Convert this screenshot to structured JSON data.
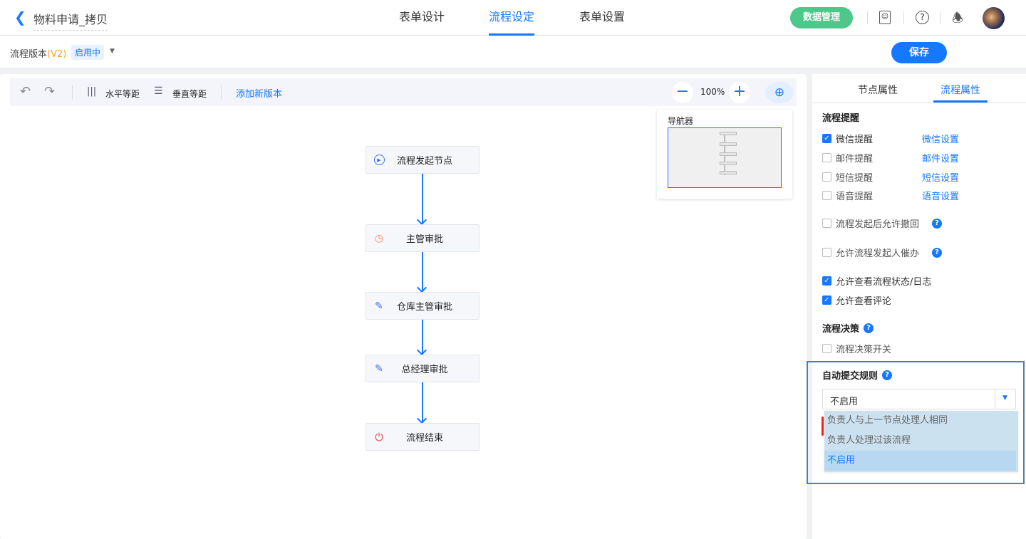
{
  "header": {
    "title": "物料申请_拷贝",
    "tabs": [
      {
        "label": "表单设计",
        "active": false
      },
      {
        "label": "流程设定",
        "active": true
      },
      {
        "label": "表单设置",
        "active": false
      }
    ],
    "data_button": "数据管理",
    "icons": [
      "contacts-icon",
      "help-icon",
      "bell-icon",
      "avatar"
    ]
  },
  "subheader": {
    "version_label": "流程版本",
    "version": "(V2)",
    "status": "启用中",
    "save": "保存"
  },
  "toolbar": {
    "horizontal": "水平等距",
    "vertical": "垂直等距",
    "add_version": "添加新版本",
    "zoom": "100%"
  },
  "navigator": {
    "title": "导航器"
  },
  "nodes": [
    {
      "label": "流程发起节点",
      "icon": "play-icon"
    },
    {
      "label": "主管审批",
      "icon": "alarm-icon"
    },
    {
      "label": "仓库主管审批",
      "icon": "edit-icon"
    },
    {
      "label": "总经理审批",
      "icon": "edit-icon"
    },
    {
      "label": "流程结束",
      "icon": "power-icon"
    }
  ],
  "panel": {
    "tabs": [
      {
        "label": "节点属性",
        "active": false
      },
      {
        "label": "流程属性",
        "active": true
      }
    ],
    "reminder_title": "流程提醒",
    "reminders": [
      {
        "label": "微信提醒",
        "checked": true,
        "link": "微信设置"
      },
      {
        "label": "邮件提醒",
        "checked": false,
        "link": "邮件设置"
      },
      {
        "label": "短信提醒",
        "checked": false,
        "link": "短信设置"
      },
      {
        "label": "语音提醒",
        "checked": false,
        "link": "语音设置"
      }
    ],
    "options": [
      {
        "label": "流程发起后允许撤回",
        "checked": false
      },
      {
        "label": "允许流程发起人催办",
        "checked": false
      },
      {
        "label": "允许查看流程状态/日志",
        "checked": true
      },
      {
        "label": "允许查看评论",
        "checked": true
      }
    ],
    "decision_title": "流程决策",
    "decision_switch": {
      "label": "流程决策开关",
      "checked": false
    },
    "auto_submit_title": "自动提交规则",
    "auto_submit_value": "不启用",
    "auto_submit_options": [
      "负责人与上一节点处理人相同",
      "负责人处理过该流程",
      "不启用"
    ]
  },
  "colors": {
    "primary": "#1677ff",
    "green": "#4cc98a",
    "orange": "#f5a623"
  }
}
